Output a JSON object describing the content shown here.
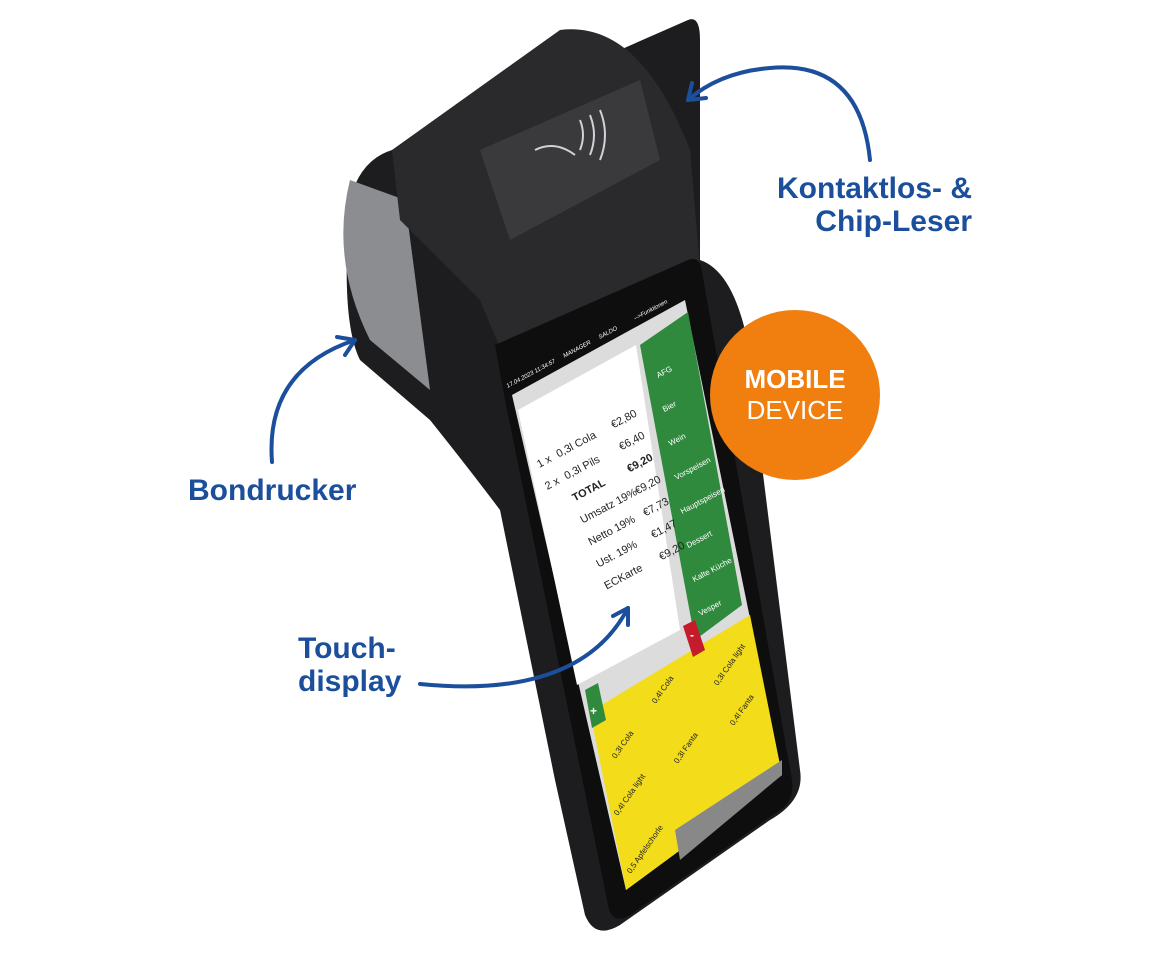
{
  "labels": {
    "contactless_line1": "Kontaktlos- &",
    "contactless_line2": "Chip-Leser",
    "printer": "Bondrucker",
    "touch_line1": "Touch-",
    "touch_line2": "display"
  },
  "badge": {
    "line1": "MOBILE",
    "line2": "DEVICE",
    "color": "#f07f10"
  },
  "colors": {
    "label_blue": "#1b4f9c",
    "category_green": "#2f8a3d",
    "item_yellow": "#f3dc1a",
    "minus_red": "#c41c2a"
  },
  "pos_screen": {
    "topbar": {
      "datetime": "17.04.2023 11:34:57",
      "manager": "MANAGER",
      "saldo": "SALDO",
      "functions": "-->Funktionen"
    },
    "receipt": [
      {
        "qty": "1 x",
        "name": "0,3l Cola",
        "price": "€2,80"
      },
      {
        "qty": "2 x",
        "name": "0,3l Pils",
        "price": "€6,40"
      },
      {
        "qty": "",
        "name": "TOTAL",
        "price": "€9,20"
      },
      {
        "qty": "",
        "name": "Umsatz 19%",
        "price": "€9,20"
      },
      {
        "qty": "",
        "name": "Netto 19%",
        "price": "€7,73"
      },
      {
        "qty": "",
        "name": "Ust. 19%",
        "price": "€1,47"
      },
      {
        "qty": "",
        "name": "ECKarte",
        "price": "€9,20"
      }
    ],
    "categories": [
      "AFG",
      "Bier",
      "Wein",
      "Vorspeisen",
      "Hauptspeisen",
      "Dessert",
      "Kalte Küche",
      "Vesper"
    ],
    "items": [
      "0,3l Cola light",
      "0,4l Cola",
      "0,4l Fanta",
      "0,3l Cola",
      "0,3l Fanta",
      "0,4l Cola light",
      "0,5 Apfelschorle"
    ],
    "plus": "+",
    "minus": "-"
  }
}
